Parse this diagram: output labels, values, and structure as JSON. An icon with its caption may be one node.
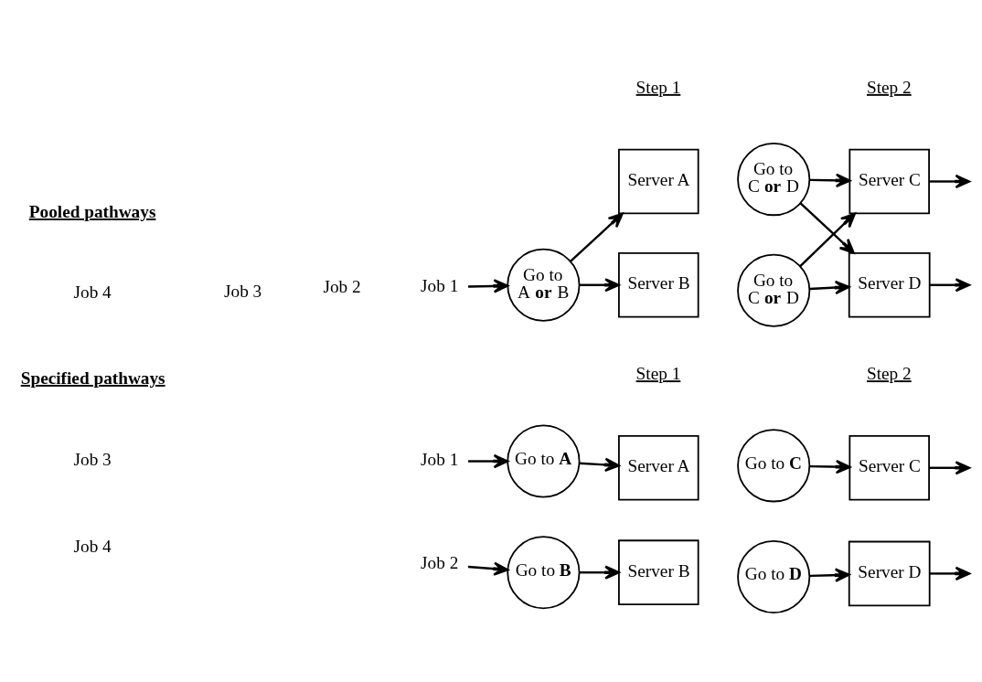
{
  "diagram": {
    "nodes": [
      {
        "text": [
          "Job 1"
        ]
      },
      {
        "text": [
          "Go to A **or** B"
        ]
      },
      {
        "text": [
          "Server A"
        ]
      },
      {
        "text": [
          "Server B"
        ]
      },
      {
        "text": [
          "Go to C **or** D"
        ]
      },
      {
        "text": [
          "Go to C **or** D"
        ]
      },
      {
        "text": [
          "Server C"
        ]
      },
      {
        "text": [
          "Server D"
        ]
      },
      {
        "text": [
          "Job 1"
        ]
      },
      {
        "text": [
          "Go to **A**"
        ]
      },
      {
        "text": [
          "Server A"
        ]
      },
      {
        "text": [
          "Go to **C**"
        ]
      },
      {
        "text": [
          "Server C"
        ]
      },
      {
        "text": [
          "Job 2"
        ]
      },
      {
        "text": [
          "Go to **B**"
        ]
      },
      {
        "text": [
          "Server B"
        ]
      },
      {
        "text": [
          "Go to **D**"
        ]
      },
      {
        "text": [
          "Server D"
        ]
      }
    ],
    "edges": [
      {
        "from": 0,
        "to": 1,
        "arrow": "to"
      },
      {
        "from": 1,
        "to": 2,
        "arrow": "to"
      },
      {
        "from": 1,
        "to": 3,
        "arrow": "to"
      },
      {
        "from": 4,
        "to": 6,
        "arrow": "to"
      },
      {
        "from": 4,
        "to": 7,
        "arrow": "to"
      },
      {
        "from": 5,
        "to": 6,
        "arrow": "to"
      },
      {
        "from": 5,
        "to": 7,
        "arrow": "to"
      },
      {
        "from": 6,
        "to": null,
        "arrow": "to"
      },
      {
        "from": 7,
        "to": null,
        "arrow": "to"
      },
      {
        "from": 8,
        "to": 9,
        "arrow": "to"
      },
      {
        "from": 9,
        "to": 10,
        "arrow": "to"
      },
      {
        "from": 11,
        "to": 12,
        "arrow": "to"
      },
      {
        "from": 12,
        "to": null,
        "arrow": "to"
      },
      {
        "from": 13,
        "to": 14,
        "arrow": "to"
      },
      {
        "from": 14,
        "to": 15,
        "arrow": "to"
      },
      {
        "from": 16,
        "to": 17,
        "arrow": "to"
      },
      {
        "from": 17,
        "to": null,
        "arrow": "to"
      }
    ],
    "labels": [
      "Pooled pathways",
      "Step 1",
      "Step 2",
      "Job 4",
      "Job 3",
      "Job 2",
      "Specified pathways",
      "Step 1",
      "Step 2",
      "Job 3",
      "Job 4"
    ]
  }
}
